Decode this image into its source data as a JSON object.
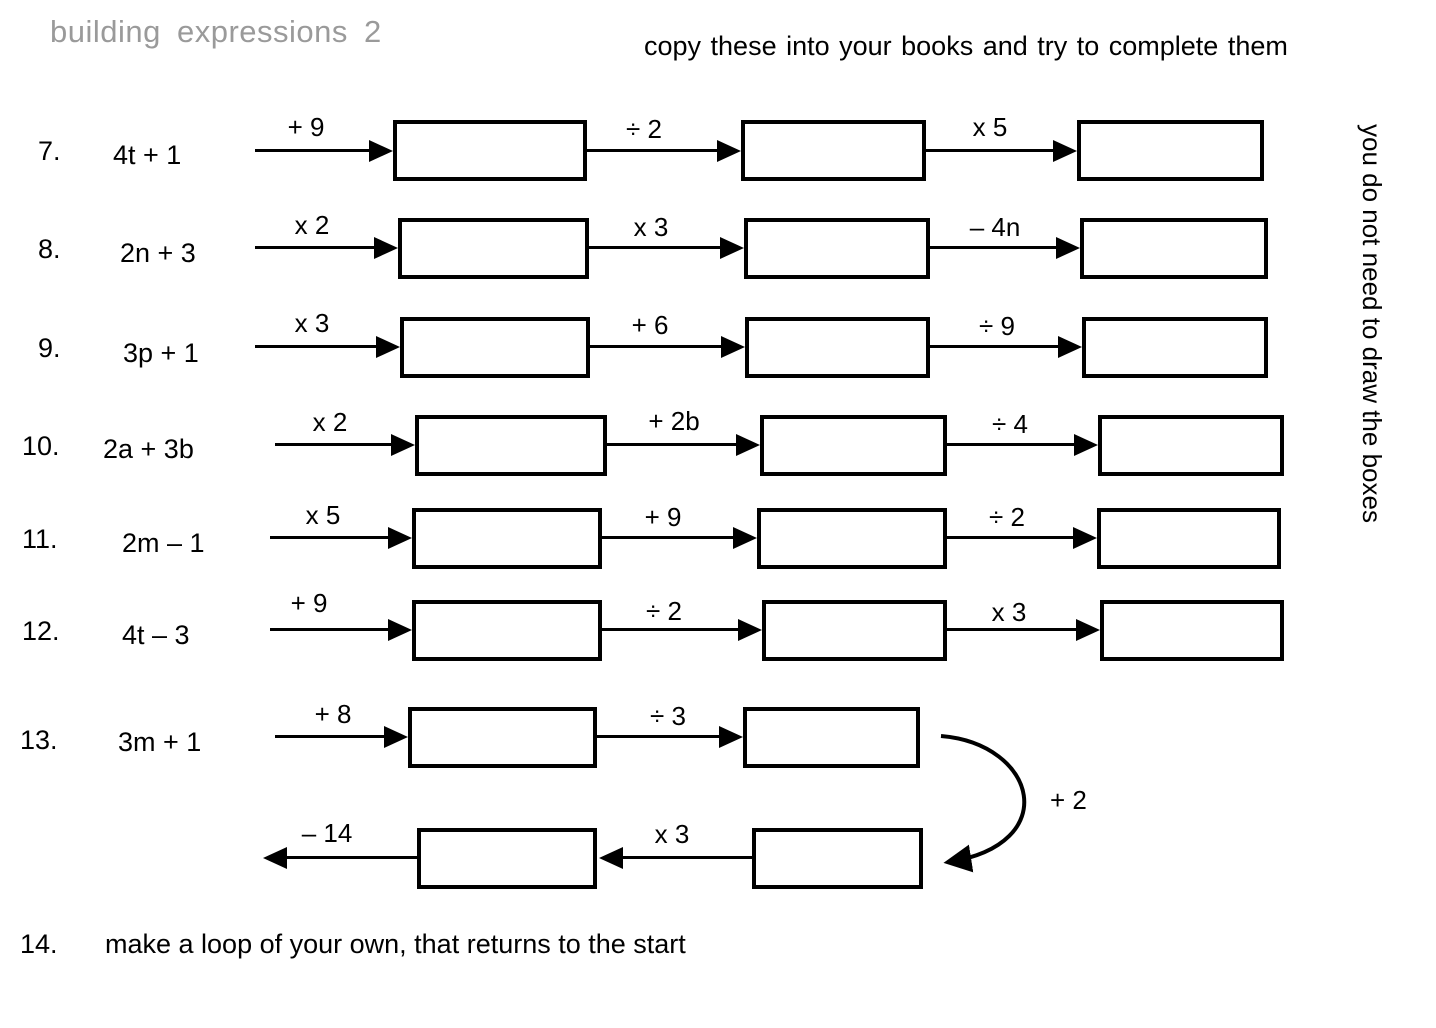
{
  "title": "building expressions 2",
  "instruction": "copy these into your books and try to complete them",
  "side_note": "you do not need to draw the boxes",
  "rows": [
    {
      "number": "7.",
      "start": "4t + 1",
      "ops": [
        "+ 9",
        "÷ 2",
        "x 5"
      ]
    },
    {
      "number": "8.",
      "start": "2n + 3",
      "ops": [
        "x 2",
        "x 3",
        "– 4n"
      ]
    },
    {
      "number": "9.",
      "start": "3p + 1",
      "ops": [
        "x 3",
        "+ 6",
        "÷ 9"
      ]
    },
    {
      "number": "10.",
      "start": "2a + 3b",
      "ops": [
        "x 2",
        "+ 2b",
        "÷ 4"
      ]
    },
    {
      "number": "11.",
      "start": "2m – 1",
      "ops": [
        "x 5",
        "+ 9",
        "÷ 2"
      ]
    },
    {
      "number": "12.",
      "start": "4t – 3",
      "ops": [
        "+ 9",
        "÷ 2",
        "x 3"
      ]
    },
    {
      "number": "13.",
      "start": "3m + 1",
      "ops": [
        "+ 8",
        "÷ 3"
      ],
      "loop": {
        "curve_label": "+ 2",
        "return_ops": [
          "x 3",
          "– 14"
        ]
      }
    }
  ],
  "item14": {
    "number": "14.",
    "text": "make a loop of your own, that returns to the start"
  },
  "colors": {
    "title_gray": "#9a9a9a",
    "ink": "#000000",
    "background": "#ffffff"
  }
}
